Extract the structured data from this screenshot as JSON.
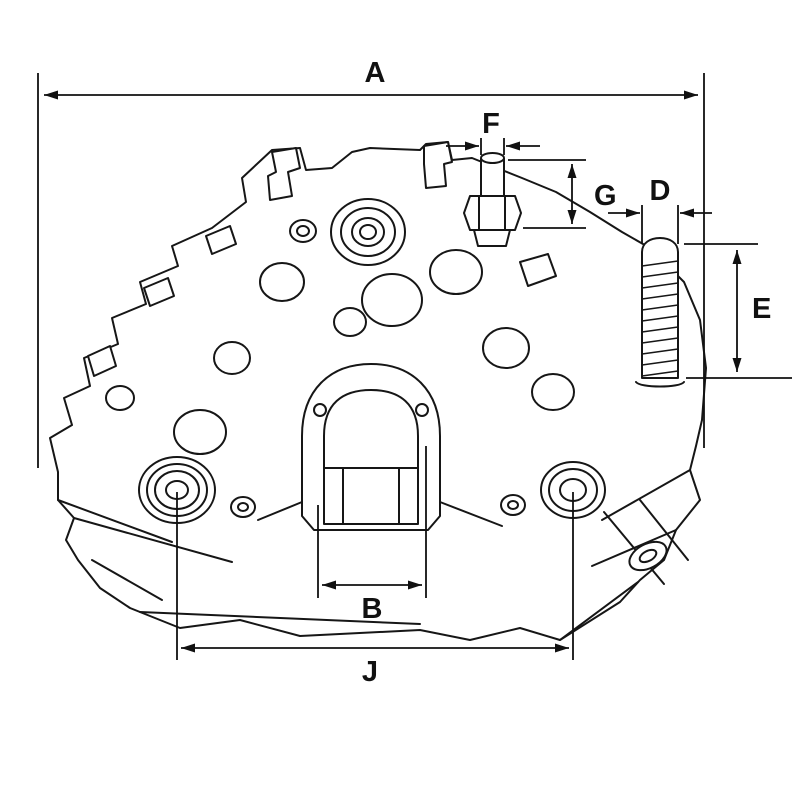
{
  "figure": {
    "type": "technical-line-drawing",
    "subject": "alternator rectifier plate with dimension callouts",
    "background_color": "#ffffff",
    "line_color": "#161616"
  },
  "labels": {
    "A": "A",
    "B": "B",
    "D": "D",
    "E": "E",
    "F": "F",
    "G": "G",
    "J": "J"
  }
}
